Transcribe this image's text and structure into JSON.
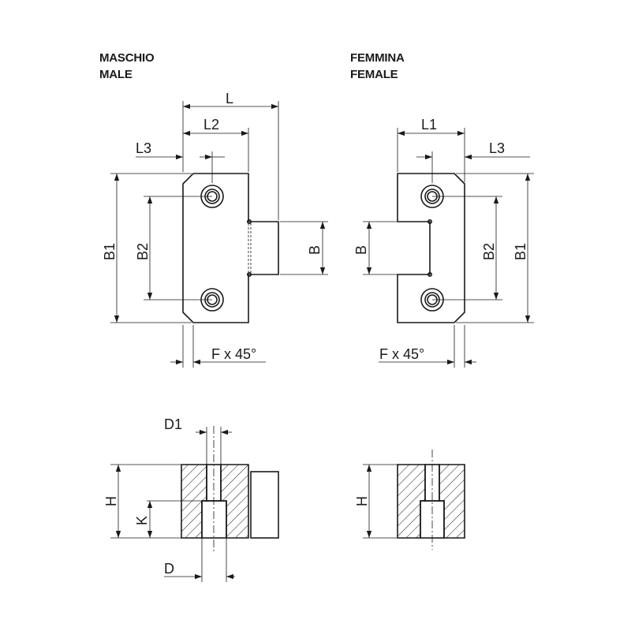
{
  "male": {
    "title_it": "MASCHIO",
    "title_en": "MALE"
  },
  "female": {
    "title_it": "FEMMINA",
    "title_en": "FEMALE"
  },
  "labels": {
    "L": "L",
    "L1": "L1",
    "L2": "L2",
    "L3": "L3",
    "B": "B",
    "B1": "B1",
    "B2": "B2",
    "F": "F x 45°",
    "D": "D",
    "D1": "D1",
    "H": "H",
    "K": "K"
  }
}
